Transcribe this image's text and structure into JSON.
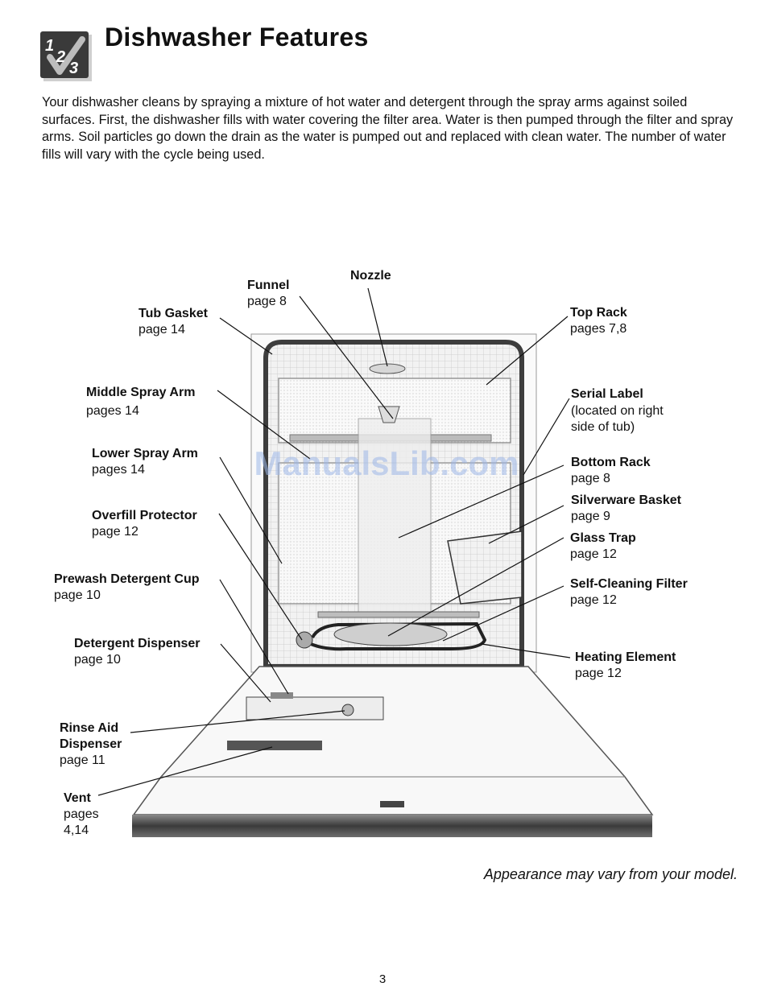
{
  "header": {
    "logo_text": "1 2 3",
    "title": "Dishwasher  Features"
  },
  "intro": "Your dishwasher cleans by spraying a mixture of hot water and detergent through the spray arms against soiled surfaces. First, the dishwasher fills with water covering the filter area. Water is then pumped through the filter and spray arms. Soil particles go down the drain as the water is pumped out and replaced with clean water. The number of water fills will vary with the cycle being used.",
  "watermark": "ManualsLib.com",
  "callouts": {
    "nozzle": {
      "name": "Nozzle",
      "ref": ""
    },
    "funnel": {
      "name": "Funnel",
      "ref": "page 8"
    },
    "tub_gasket": {
      "name": "Tub Gasket",
      "ref": "page 14"
    },
    "top_rack": {
      "name": "Top Rack",
      "ref": "pages 7,8"
    },
    "middle_spray_arm": {
      "name": "Middle Spray Arm",
      "ref": "pages 14"
    },
    "serial_label": {
      "name": "Serial  Label",
      "ref": "(located on right\n side of tub)"
    },
    "lower_spray_arm": {
      "name": "Lower Spray Arm",
      "ref": "pages 14"
    },
    "bottom_rack": {
      "name": "Bottom Rack",
      "ref": "page 8"
    },
    "silverware_basket": {
      "name": "Silverware Basket",
      "ref": "page 9"
    },
    "overfill_protector": {
      "name": "Overfill Protector",
      "ref": "page 12"
    },
    "glass_trap": {
      "name": "Glass Trap",
      "ref": "page 12"
    },
    "prewash_cup": {
      "name": "Prewash Detergent Cup",
      "ref": "page 10"
    },
    "self_cleaning_filter": {
      "name": "Self-Cleaning Filter",
      "ref": "page 12"
    },
    "detergent_dispenser": {
      "name": "Detergent Dispenser",
      "ref": "page 10"
    },
    "heating_element": {
      "name": "Heating Element",
      "ref": "page 12"
    },
    "rinse_aid": {
      "name": "Rinse Aid\nDispenser",
      "ref": "page 11"
    },
    "vent": {
      "name": "Vent",
      "ref": "pages\n4,14"
    }
  },
  "footnote": "Appearance may vary from your model.",
  "page_number": "3"
}
